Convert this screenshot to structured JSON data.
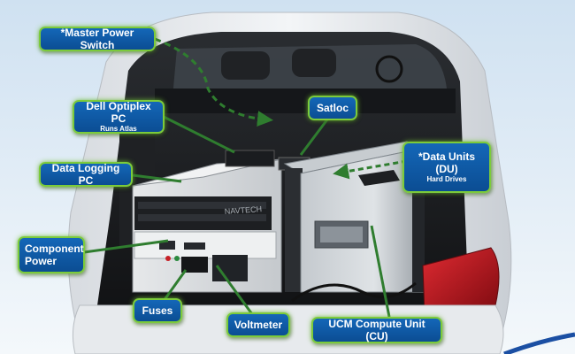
{
  "labels": {
    "master_power_switch": "*Master Power Switch",
    "dell_pc": "Dell Optiplex PC",
    "dell_pc_sub": "Runs Atlas",
    "satloc": "Satloc",
    "data_units_line1": "*Data Units",
    "data_units_line2": "(DU)",
    "data_units_sub": "Hard Drives",
    "data_logging_pc": "Data Logging PC",
    "component_power_line1": "Component",
    "component_power_line2": "Power",
    "fuses": "Fuses",
    "voltmeter": "Voltmeter",
    "ucm_compute_unit": "UCM Compute Unit (CU)"
  },
  "equipment_text": {
    "navtech": "NAVTECH"
  },
  "colors": {
    "label_fill": "#1467b8",
    "label_border": "#7ccb3a",
    "arrow": "#2f7d2f",
    "car_body": "#e9ecef",
    "trunk_interior": "#1b1d1f",
    "taillight": "#b3121a"
  }
}
